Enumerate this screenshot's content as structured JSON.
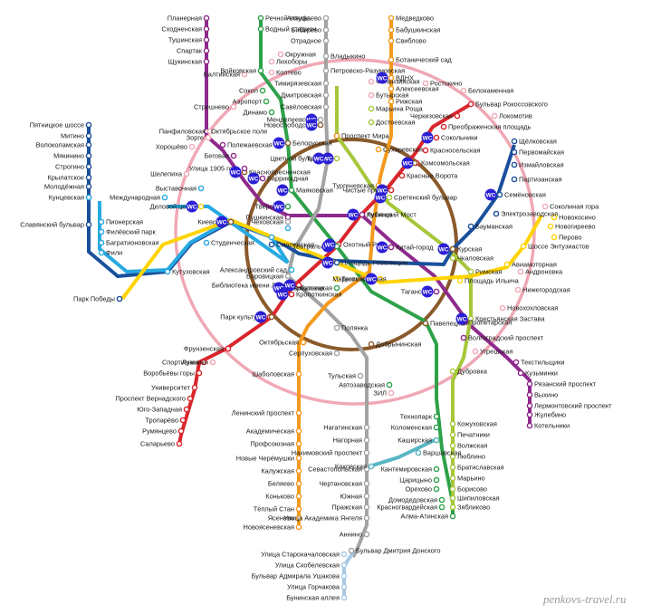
{
  "watermark": "penkovs-travel.ru",
  "toilet_badge": "WC",
  "lines": [
    {
      "id": "l1",
      "color": "#d9262c"
    },
    {
      "id": "l2",
      "color": "#2ea14a"
    },
    {
      "id": "l3",
      "color": "#1a4f9c"
    },
    {
      "id": "l4",
      "color": "#27a9e1"
    },
    {
      "id": "l5",
      "color": "#8b5a2b"
    },
    {
      "id": "l6",
      "color": "#f39a1e"
    },
    {
      "id": "l7",
      "color": "#8e2a8c"
    },
    {
      "id": "l8",
      "color": "#ffd400"
    },
    {
      "id": "l9",
      "color": "#a3a3a3"
    },
    {
      "id": "l10",
      "color": "#a6c73a"
    },
    {
      "id": "l11",
      "color": "#58b6c4"
    },
    {
      "id": "l12",
      "color": "#a5c9e6"
    },
    {
      "id": "l14",
      "color": "#f0a8b5"
    }
  ],
  "stations": {
    "l1": [
      "Бульвар Рокоссовского",
      "Черкизовская",
      "Преображенская площадь",
      "Сокольники",
      "Красносельская",
      "Комсомольская",
      "Красные Ворота",
      "Чистые пруды",
      "Лубянка",
      "Охотный Ряд",
      "Библиотека имени Ленина",
      "Кропоткинская",
      "Парк культуры",
      "Фрунзенская",
      "Спортивная",
      "Воробьёвы горы",
      "Университет",
      "Проспект Вернадского",
      "Юго-Западная",
      "Тропарёво",
      "Румянцево",
      "Саларьево"
    ],
    "l2": [
      "Речной вокзал",
      "Водный стадион",
      "Войковская",
      "Сокол",
      "Аэропорт",
      "Динамо",
      "Белорусская",
      "Маяковская",
      "Тверская",
      "Театральная",
      "Новокузнецкая",
      "Павелецкая",
      "Автозаводская",
      "Технопарк",
      "Коломенская",
      "Каширская",
      "Кантемировская",
      "Царицыно",
      "Орехово",
      "Домодедовская",
      "Красногвардейская",
      "Алма-Атинская"
    ],
    "l3": [
      "Пятницкое шоссе",
      "Митино",
      "Волоколамская",
      "Мякинино",
      "Строгино",
      "Крылатское",
      "Молодёжная",
      "Кунцевская",
      "Славянский бульвар",
      "Парк Победы",
      "Киевская",
      "Смоленская",
      "Арбатская",
      "Площадь Революции",
      "Курская",
      "Бауманская",
      "Электрозаводская",
      "Семёновская",
      "Партизанская",
      "Измайловская",
      "Первомайская",
      "Щёлковская"
    ],
    "l4": [
      "Кунцевская",
      "Пионерская",
      "Филёвский парк",
      "Багратионовская",
      "Фили",
      "Кутузовская",
      "Студенческая",
      "Киевская",
      "Смоленская",
      "Арбатская",
      "Александровский сад",
      "Выставочная",
      "Международная"
    ],
    "l5": [
      "Белорусская",
      "Новослободская",
      "Проспект Мира",
      "Комсомольская",
      "Курская",
      "Таганская",
      "Павелецкая",
      "Добрынинская",
      "Октябрьская",
      "Парк культуры",
      "Киевская",
      "Краснопресненская"
    ],
    "l6": [
      "Медведково",
      "Бабушкинская",
      "Свиблово",
      "Ботанический сад",
      "ВДНХ",
      "Алексеевская",
      "Рижская",
      "Проспект Мира",
      "Сухаревская",
      "Тургеневская",
      "Китай-город",
      "Третьяковская",
      "Октябрьская",
      "Шаболовская",
      "Ленинский проспект",
      "Академическая",
      "Профсоюзная",
      "Новые Черёмушки",
      "Калужская",
      "Беляево",
      "Коньково",
      "Тёплый Стан",
      "Ясенево",
      "Новоясеневская"
    ],
    "l7": [
      "Планерная",
      "Сходненская",
      "Тушинская",
      "Спартак",
      "Щукинская",
      "Октябрьское поле",
      "Полежаевская",
      "Беговая",
      "Улица 1905 года",
      "Баррикадная",
      "Пушкинская",
      "Кузнецкий Мост",
      "Китай-город",
      "Таганская",
      "Пролетарская",
      "Волгоградский проспект",
      "Текстильщики",
      "Кузьминки",
      "Рязанский проспект",
      "Выхино",
      "Лермонтовский проспект",
      "Жулебино",
      "Котельники"
    ],
    "l8": [
      "Новокосино",
      "Новогиреево",
      "Перово",
      "Шоссе Энтузиастов",
      "Авиамоторная",
      "Площадь Ильича",
      "Марксистская",
      "Третьяковская",
      "Деловой центр"
    ],
    "l9": [
      "Алтуфьево",
      "Бибирево",
      "Отрадное",
      "Владыкино",
      "Петровско-Разумовская",
      "Тимирязевская",
      "Дмитровская",
      "Савёловская",
      "Менделеевская",
      "Цветной бульвар",
      "Чеховская",
      "Боровицкая",
      "Полянка",
      "Серпуховская",
      "Тульская",
      "Нагатинская",
      "Нагорная",
      "Нахимовский проспект",
      "Севастопольская",
      "Чертановская",
      "Южная",
      "Пражская",
      "Улица Академика Янгеля",
      "Аннино",
      "Бульвар Дмитрия Донского"
    ],
    "l10": [
      "Марьина Роща",
      "Достоевская",
      "Трубная",
      "Сретенский бульвар",
      "Чкаловская",
      "Римская",
      "Крестьянская Застава",
      "Дубровка",
      "Кожуховская",
      "Печатники",
      "Волжская",
      "Люблино",
      "Братиславская",
      "Марьино",
      "Борисово",
      "Шипиловская",
      "Зябликово"
    ],
    "l11": [
      "Каширская",
      "Варшавская",
      "Каховская"
    ],
    "l12": [
      "Бунинская аллея",
      "Улица Горчакова",
      "Бульвар Адмирала Ушакова",
      "Улица Скобелевская",
      "Улица Старокачаловская"
    ],
    "l14": [
      "Окружная",
      "Лихоборы",
      "Коптево",
      "Балтийская",
      "Стрешнево",
      "Панфиловская",
      "Зорге",
      "Хорошёво",
      "Шелепиха",
      "Лужники",
      "ЗИЛ",
      "Угрешская",
      "Новохохловская",
      "Нижегородская",
      "Андроновка",
      "Соколиная гора",
      "Локомотив",
      "Белокаменная",
      "Ростокино",
      "Бутырская",
      "Фонвизинская"
    ]
  },
  "toilet_stations": [
    "ВДНХ",
    "Менделеевская",
    "Новослободская",
    "Сокольники",
    "Белорусская",
    "Комсомольская",
    "Трубная",
    "Цветной бульвар",
    "Баррикадная",
    "Краснопресненская",
    "Сретенский бульвар",
    "Чистые пруды",
    "Маяковская",
    "Деловой центр",
    "Киевская",
    "Тверская",
    "Театральная",
    "Кузнецкий Мост",
    "Китай-город",
    "Курская",
    "Площадь Революции",
    "Арбатская",
    "Кропоткинская",
    "Библиотека имени Ленина",
    "Парк культуры",
    "Крестьянская Застава",
    "Семёновская",
    "Марксистская",
    "Таганская",
    "Охотный Ряд"
  ]
}
